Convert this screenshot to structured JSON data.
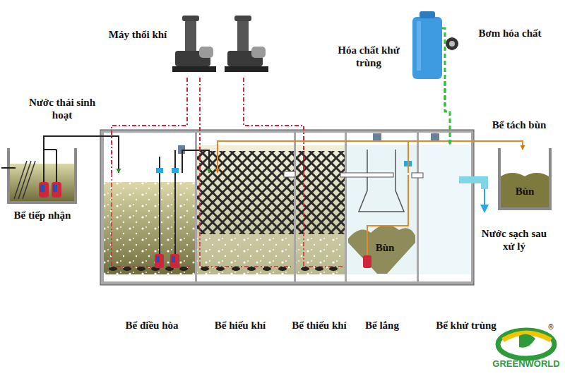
{
  "diagram": {
    "nodes": [
      {
        "text": [
          "Máy thổi khí"
        ]
      },
      {
        "text": [
          "Hóa chất khử trùng"
        ]
      },
      {
        "text": [
          "Bể tiếp nhận"
        ]
      },
      {
        "text": [
          "Bể điều hòa"
        ]
      },
      {
        "text": [
          "Bể hiếu khí"
        ]
      },
      {
        "text": [
          "Bể thiếu khí"
        ]
      },
      {
        "text": [
          "Bùn",
          "Bể lắng"
        ]
      },
      {
        "text": [
          "Bể khử trùng"
        ]
      },
      {
        "text": [
          "Bể tách bùn",
          "Bùn"
        ]
      }
    ],
    "edges": [
      {
        "from": 2,
        "to": 3,
        "arrow": "to"
      },
      {
        "from": 3,
        "to": 4,
        "arrow": "to"
      },
      {
        "from": 6,
        "to": 4,
        "arrow": "to"
      },
      {
        "from": 6,
        "to": 8,
        "arrow": "to"
      },
      {
        "from": 1,
        "to": 7,
        "arrow": "to"
      },
      {
        "from": 0,
        "to": 3,
        "arrow": "none"
      },
      {
        "from": 0,
        "to": 4,
        "arrow": "none"
      },
      {
        "from": 0,
        "to": 5,
        "arrow": "none"
      }
    ],
    "labels": [
      "Nước thải sinh hoạt",
      "Bơm hóa chất",
      "Nước sạch sau xử lý",
      "®",
      "GREENWORLD"
    ]
  }
}
